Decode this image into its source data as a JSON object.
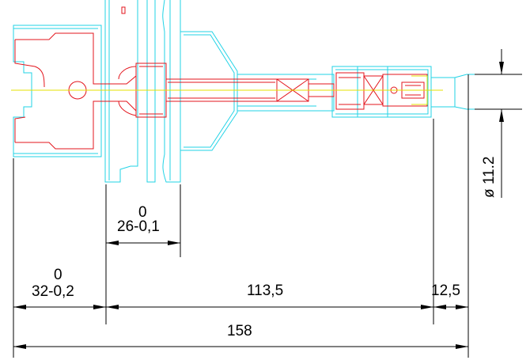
{
  "colors": {
    "outline": "#22d3e6",
    "section": "#e3141c",
    "centerline": "#e6e000",
    "dimension": "#000000"
  },
  "dimensions": {
    "d_26_nominal": "26-0,1",
    "d_26_upper": "0",
    "d_32_nominal": "32-0,2",
    "d_32_upper": "0",
    "d_113": "113,5",
    "d_12": "12,5",
    "d_158": "158",
    "d_diameter": "ø 11.2"
  }
}
